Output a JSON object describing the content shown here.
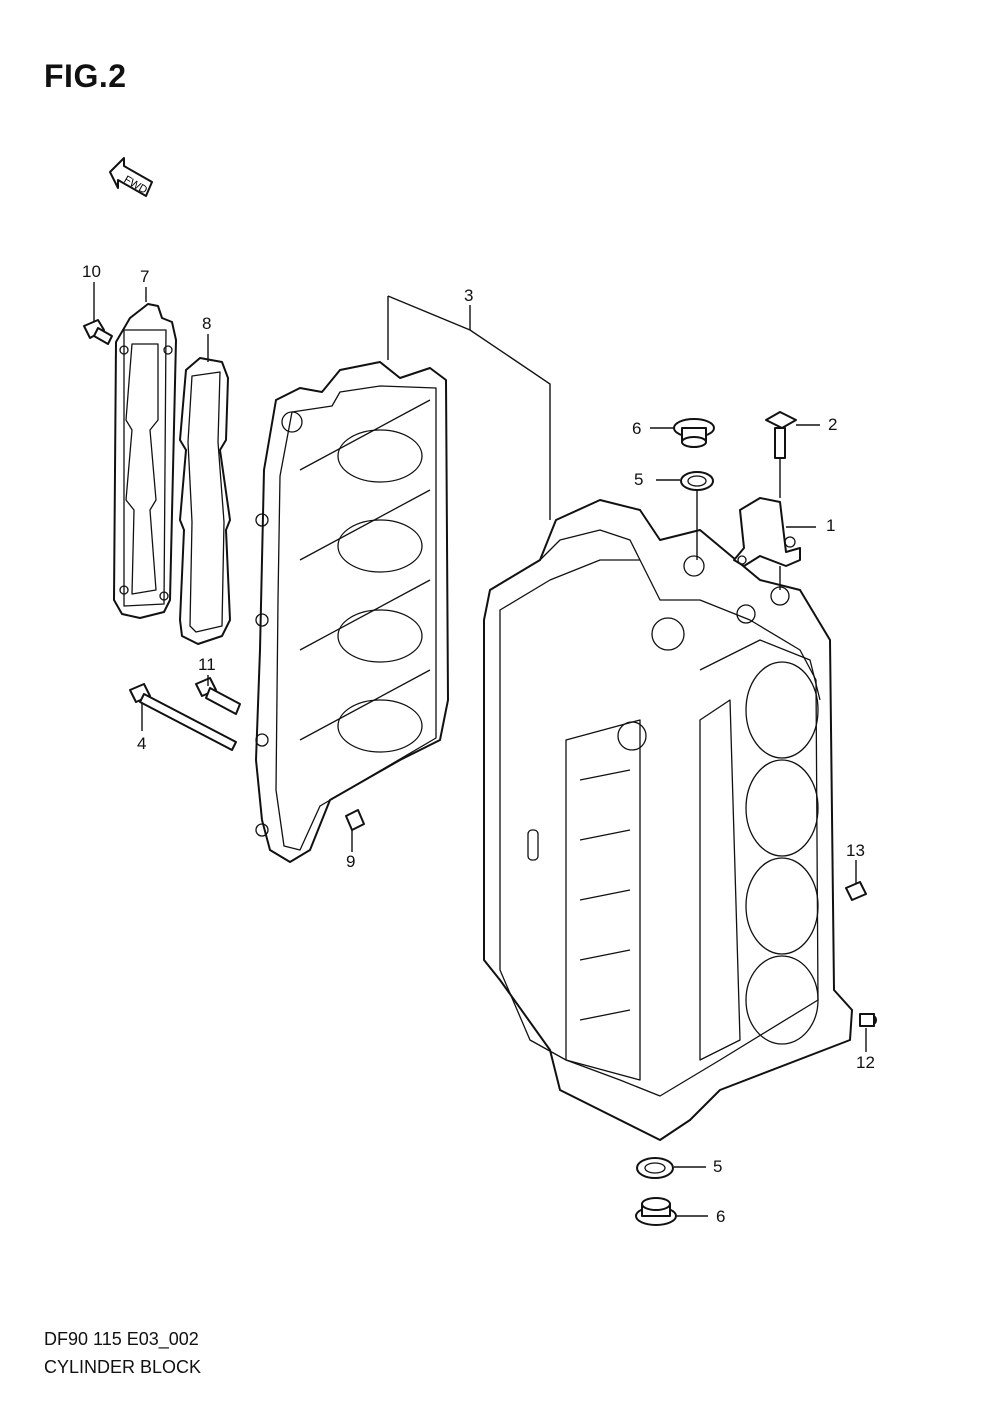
{
  "figure_title": "FIG.2",
  "direction_marker": "FWD",
  "callouts": {
    "c1": "1",
    "c2": "2",
    "c3": "3",
    "c4": "4",
    "c5a": "5",
    "c5b": "5",
    "c6a": "6",
    "c6b": "6",
    "c7": "7",
    "c8": "8",
    "c9": "9",
    "c10": "10",
    "c11": "11",
    "c12": "12",
    "c13": "13"
  },
  "caption": {
    "code": "DF90 115 E03_002",
    "name": "CYLINDER BLOCK"
  }
}
